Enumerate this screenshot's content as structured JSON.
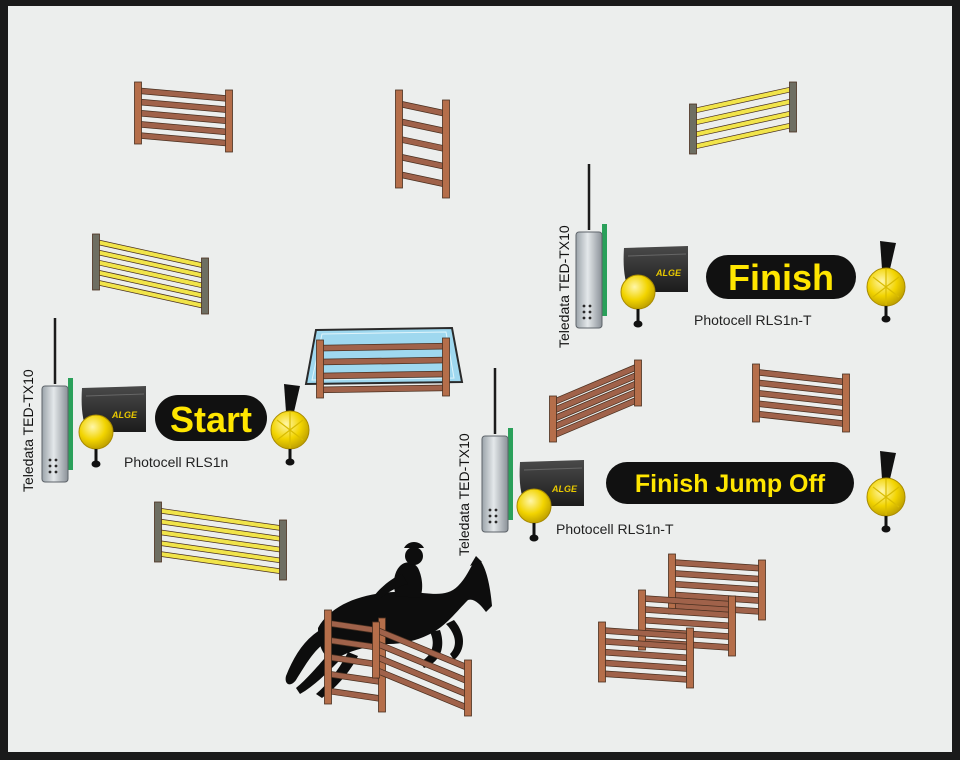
{
  "labels": {
    "start": "Start",
    "finish": "Finish",
    "finish_jump_off": "Finish Jump Off"
  },
  "photocells": {
    "start": "Photocell RLS1n",
    "finish": "Photocell RLS1n-T",
    "finish_jump_off": "Photocell RLS1n-T"
  },
  "transmitters": {
    "start": "Teledata TED-TX10",
    "finish": "Teledata TED-TX10",
    "finish_jump_off": "Teledata TED-TX10"
  },
  "brand_logo": "ALGE",
  "colors": {
    "background": "#eceeed",
    "frame": "#1a1a1a",
    "label_pill": "#111111",
    "label_text": "#ffe600",
    "rail_wood": "#a0624a",
    "post_wood": "#b56e4a",
    "rail_yellow": "#f1e44a",
    "post_gray": "#6e6e62",
    "water": "#9fd8ef",
    "reflector": "#f2d400"
  },
  "icons": [
    "horse-rider-icon",
    "photocell-icon",
    "transmitter-icon",
    "reflector-icon",
    "fence-icon"
  ]
}
